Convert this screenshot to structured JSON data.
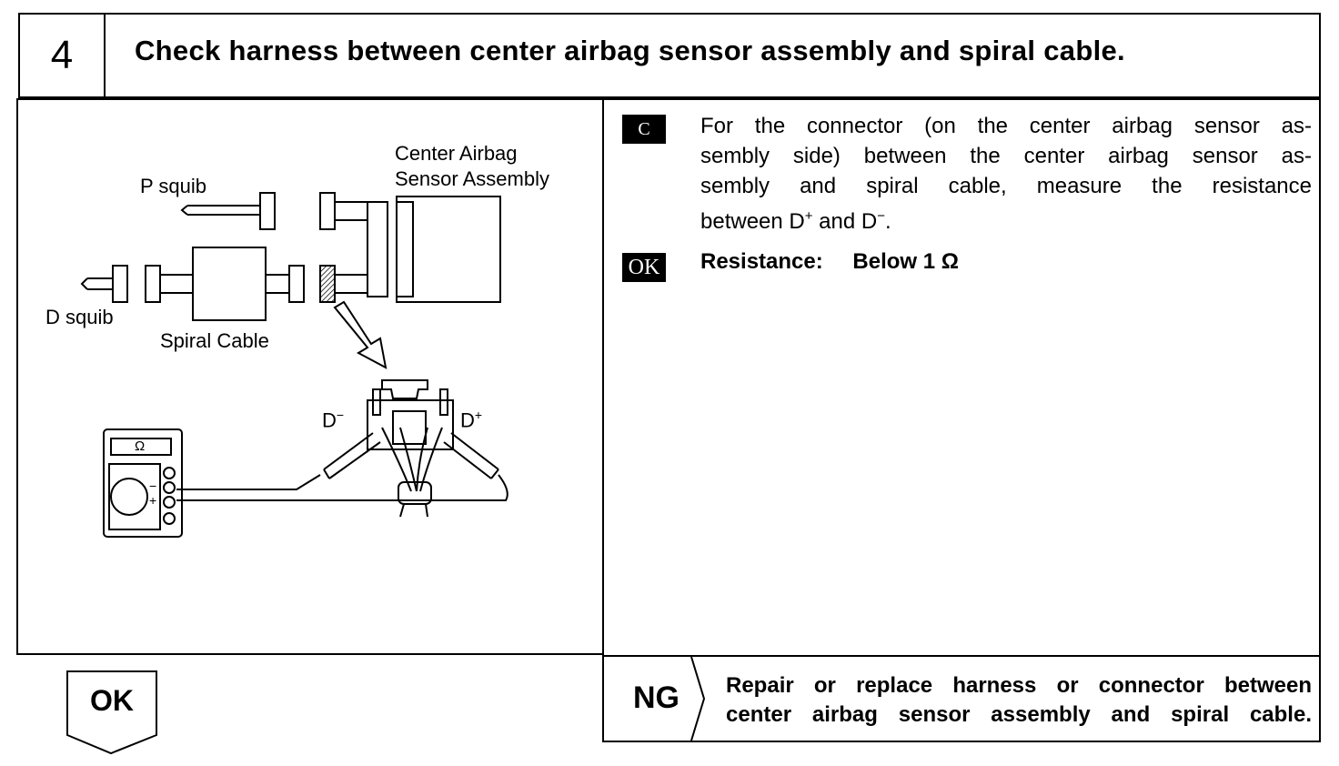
{
  "step": {
    "number": "4",
    "title": "Check harness between center airbag sensor assembly and spiral cable."
  },
  "figure": {
    "labels": {
      "center_airbag_1": "Center Airbag",
      "center_airbag_2": "Sensor Assembly",
      "p_squib": "P squib",
      "d_squib": "D squib",
      "spiral_cable": "Spiral Cable",
      "d_minus": "D",
      "d_plus": "D",
      "d_minus_sup": "−",
      "d_plus_sup": "+",
      "ohm": "Ω",
      "meter_minus": "−",
      "meter_plus": "+"
    }
  },
  "instruction": {
    "tag": "C",
    "lines": [
      "For the connector (on the center airbag sensor as-",
      "sembly side) between the center airbag sensor as-",
      "sembly and spiral cable, measure the resistance"
    ],
    "last_line_a": "between D",
    "sup_plus": "+",
    "last_line_b": " and D",
    "sup_minus": "−",
    "last_line_c": "."
  },
  "result": {
    "tag": "OK",
    "label": "Resistance:",
    "value": "Below 1 Ω"
  },
  "ng": {
    "label": "NG",
    "lines": [
      "Repair or replace harness or connector between",
      "center airbag sensor assembly and spiral cable."
    ]
  },
  "ok_box": {
    "label": "OK"
  }
}
